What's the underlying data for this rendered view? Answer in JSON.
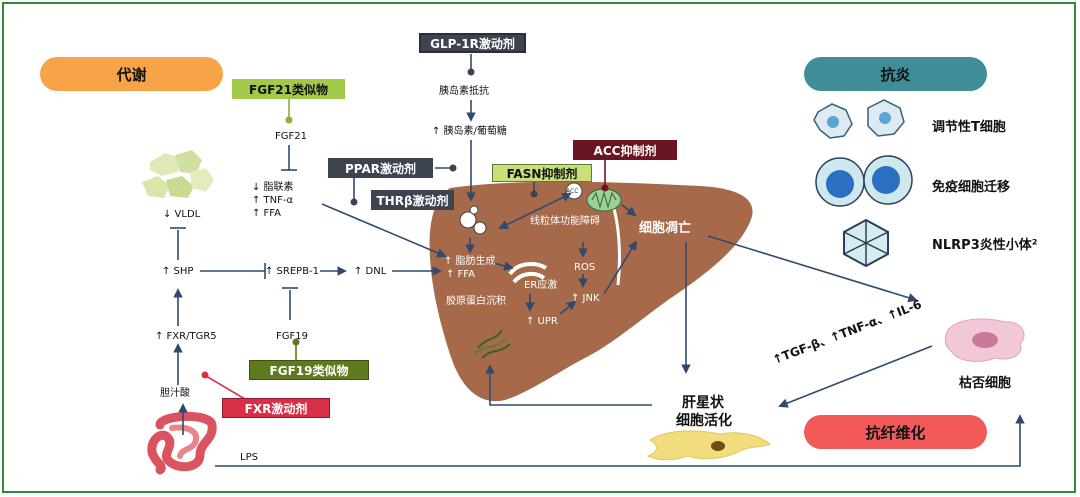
{
  "categories": {
    "metabolism": "代谢",
    "anti_inflammation": "抗炎",
    "anti_fibrosis": "抗纤维化"
  },
  "drugs": {
    "glp1": "GLP-1R激动剂",
    "fgf21": "FGF21类似物",
    "ppar": "PPAR激动剂",
    "thr": "THRβ激动剂",
    "fasn": "FASN抑制剂",
    "acc": "ACC抑制剂",
    "fgf19": "FGF19类似物",
    "fxr": "FXR激动剂"
  },
  "left_pathway": {
    "fgf21": "FGF21",
    "adiponectin": "↓ 脂联素",
    "tnf": "↑ TNF-α",
    "ffa": "↑ FFA",
    "vldl": "↓ VLDL",
    "shp": "↑ SHP",
    "srebp": "↑ SREPB-1",
    "dnl": "↑ DNL",
    "fgf19": "FGF19",
    "fxr_tgr5": "↑ FXR/TGR5",
    "bile_acid": "胆汁酸",
    "lps": "LPS"
  },
  "top_pathway": {
    "insulin_resistance": "胰岛素抵抗",
    "insulin_glucose": "↑ 胰岛素/葡萄糖"
  },
  "liver": {
    "lipogenesis": "↑ 脂肪生成",
    "ffa": "↑ FFA",
    "mito_dysfunction": "线粒体功能障碍",
    "acc_label": "ACC",
    "er_stress": "ER应激",
    "ros": "ROS",
    "jnk": "↑ JNK",
    "upr": "↑ UPR",
    "collagen": "胶原蛋白沉积",
    "apoptosis": "细胞凋亡"
  },
  "right_panel": {
    "treg": "调节性T细胞",
    "immune_migration": "免疫细胞迁移",
    "nlrp3": "NLRP3炎性小体²",
    "cytokines": "↑TGF-β、↑TNF-α、↑IL-6",
    "kupffer": "枯否细胞",
    "stellate_line1": "肝星状",
    "stellate_line2": "细胞活化"
  },
  "colors": {
    "border": "#2e8b3a",
    "metabolism_pill": "#f7a448",
    "anti_inflammation_pill": "#3f8d96",
    "anti_fibrosis_pill": "#f25a5a",
    "liver": "#a66a4a",
    "fgf_box": "#a3c94a",
    "fgf19_box": "#5f7a1e",
    "dark_box": "#3d4450",
    "acc_box": "#6b1424",
    "fxr_box": "#d9304a",
    "arrow": "#2f4a6e"
  }
}
